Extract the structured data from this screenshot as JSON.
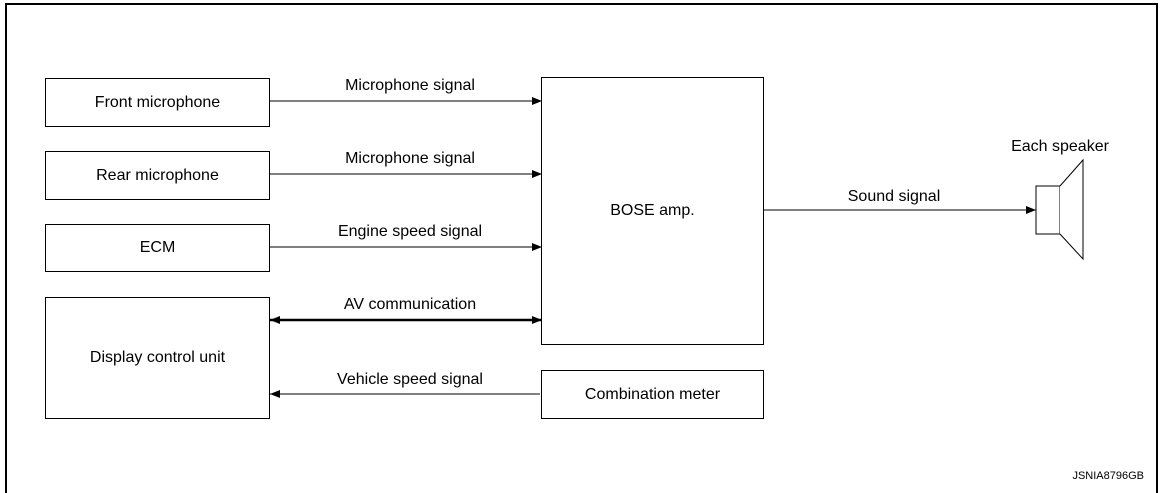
{
  "boxes": {
    "front_mic": "Front microphone",
    "rear_mic": "Rear microphone",
    "ecm": "ECM",
    "display": "Display control unit",
    "bose": "BOSE amp.",
    "combo": "Combination meter"
  },
  "signals": {
    "mic1": "Microphone signal",
    "mic2": "Microphone signal",
    "engine": "Engine speed signal",
    "av": "AV communication",
    "vehicle": "Vehicle speed signal",
    "sound": "Sound signal"
  },
  "speaker_label": "Each speaker",
  "figure_code": "JSNIA8796GB"
}
